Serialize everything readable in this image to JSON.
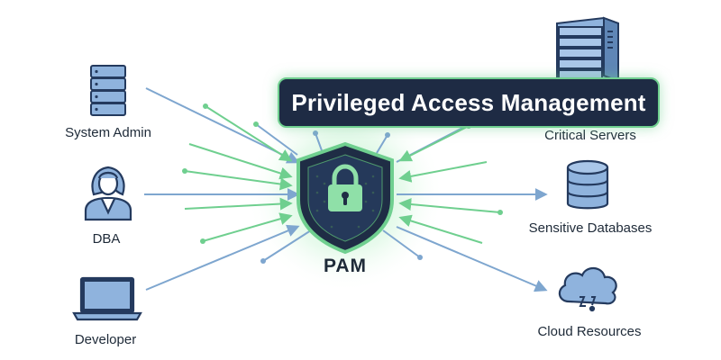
{
  "diagram": {
    "title": "Privileged Access Management",
    "hub": {
      "label": "PAM",
      "icon": "shield-lock-icon"
    },
    "left_nodes": [
      {
        "label": "System Admin",
        "icon": "server-stack-icon"
      },
      {
        "label": "DBA",
        "icon": "person-icon"
      },
      {
        "label": "Developer",
        "icon": "laptop-icon"
      }
    ],
    "right_nodes": [
      {
        "label": "Critical Servers",
        "icon": "server-tower-icon"
      },
      {
        "label": "Sensitive Databases",
        "icon": "database-icon"
      },
      {
        "label": "Cloud Resources",
        "icon": "cloud-icon"
      }
    ],
    "colors": {
      "banner_bg": "#1e2b44",
      "accent_green": "#6fcf8f",
      "connector_blue": "#7ea6cf",
      "icon_blue": "#8fb3dd",
      "shield_dark": "#1f2d45"
    }
  }
}
